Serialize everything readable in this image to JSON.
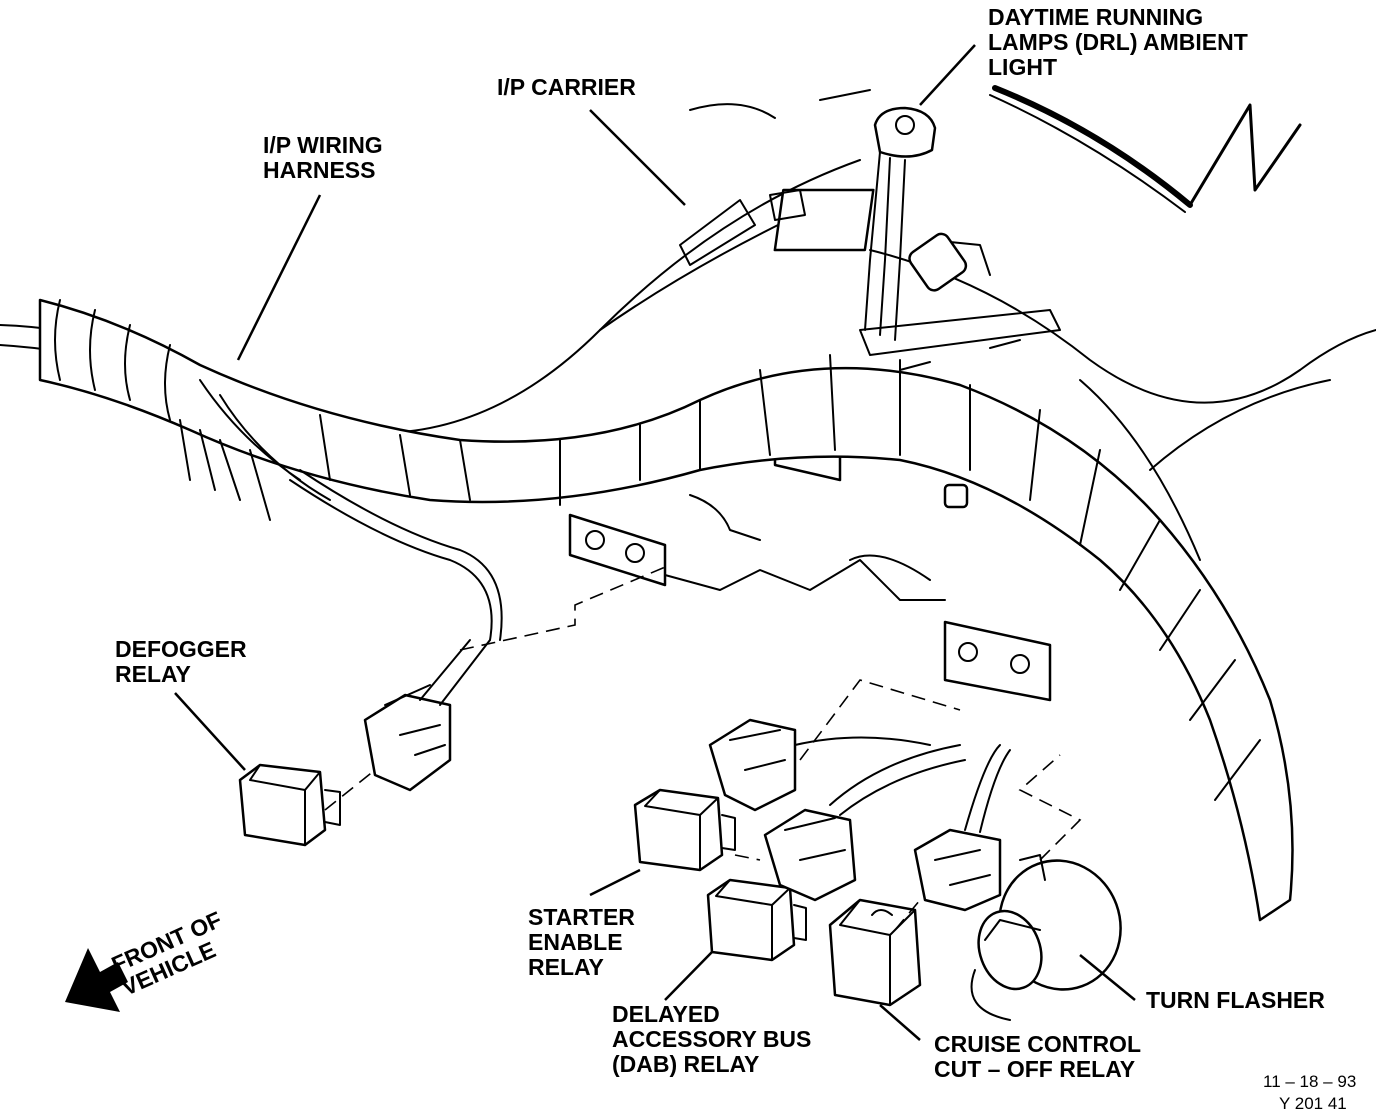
{
  "labels": {
    "drl_ambient_light": "DAYTIME RUNNING\nLAMPS (DRL) AMBIENT\nLIGHT",
    "ip_carrier": "I/P CARRIER",
    "ip_wiring_harness": "I/P WIRING\nHARNESS",
    "defogger_relay": "DEFOGGER\nRELAY",
    "starter_enable_relay": "STARTER\nENABLE\nRELAY",
    "front_of_vehicle": "FRONT OF\nVEHICLE",
    "dab_relay": "DELAYED\nACCESSORY BUS\n(DAB) RELAY",
    "cruise_control_relay": "CRUISE CONTROL\nCUT – OFF RELAY",
    "turn_flasher": "TURN FLASHER"
  },
  "footer": {
    "date": "11 – 18 – 93",
    "figure_id": "Y 201 41"
  }
}
